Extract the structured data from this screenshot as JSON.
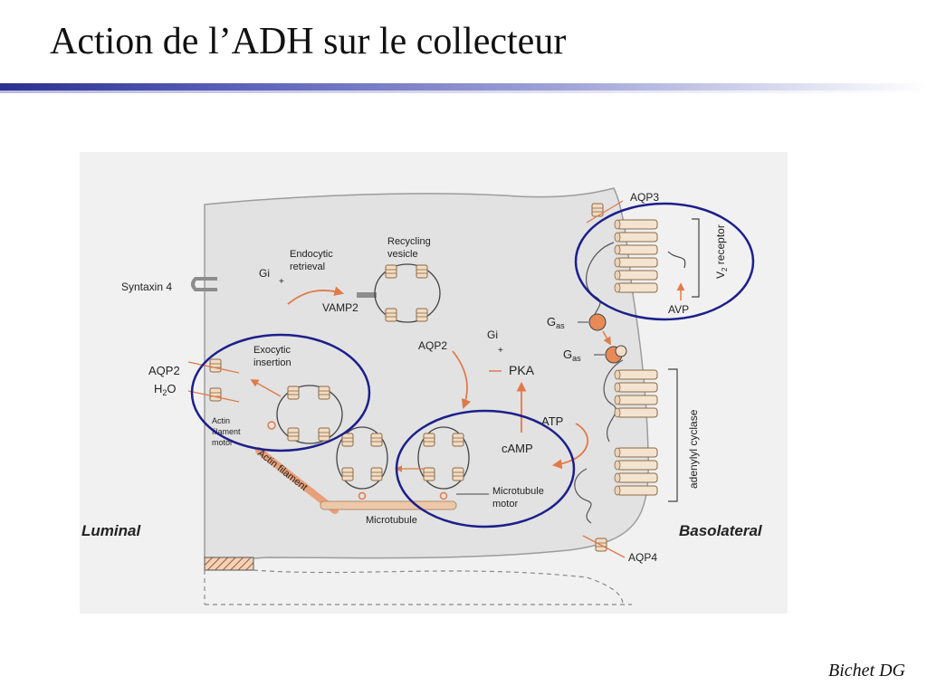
{
  "slide": {
    "title": "Action de l’ADH sur le collecteur",
    "credit": "Bichet DG"
  },
  "diagram": {
    "labels": {
      "syntaxin": "Syntaxin 4",
      "gi_top": "Gi",
      "plus_top": "+",
      "endocytic": [
        "Endocytic",
        "retrieval"
      ],
      "vamp2": "VAMP2",
      "recycling": [
        "Recycling",
        "vesicle"
      ],
      "aqp2_mid": "AQP2",
      "gi_mid": "Gi",
      "plus_mid": "+",
      "pka": "PKA",
      "atp": "ATP",
      "camp": "cAMP",
      "gas1": "G",
      "gas1_sub": "as",
      "gas2": "G",
      "gas2_sub": "as",
      "aqp3": "AQP3",
      "v2_receptor": "V",
      "v2_sub": "2",
      "v2_rest": " receptor",
      "avp": "AVP",
      "adenylyl": "adenylyl cyclase",
      "aqp2_left": "AQP2",
      "h2o": "H",
      "h2o_sub": "2",
      "h2o_rest": "O",
      "exocytic": [
        "Exocytic",
        "insertion"
      ],
      "actin_motor": [
        "Actin",
        "filament",
        "motor"
      ],
      "actin_filament": "Actin filament",
      "microtubule": "Microtubule",
      "microtubule_motor": [
        "Microtubule",
        "motor"
      ],
      "luminal": "Luminal",
      "basolateral": "Basolateral",
      "aqp4": "AQP4"
    }
  }
}
